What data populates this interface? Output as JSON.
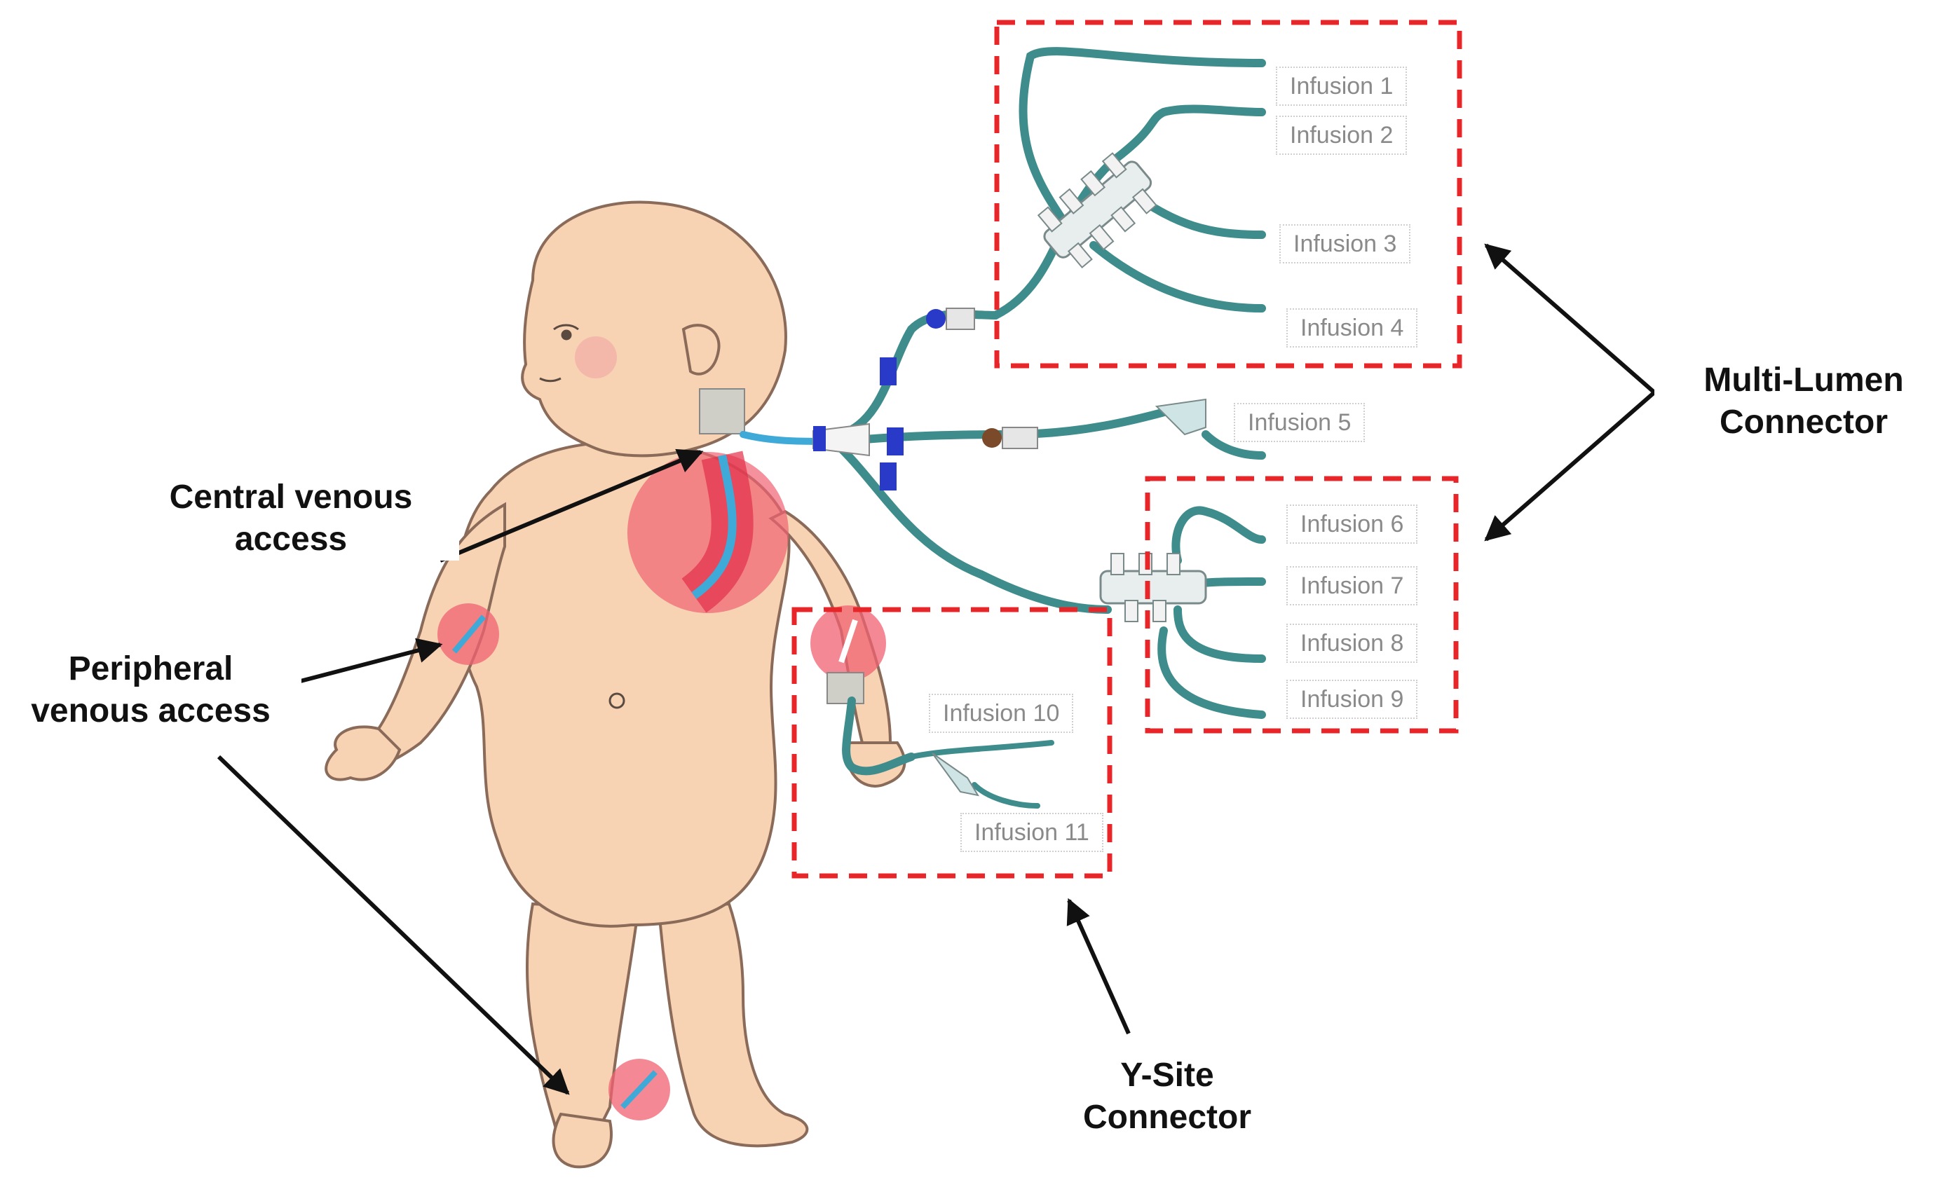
{
  "labels": {
    "central": [
      "Central venous",
      "access"
    ],
    "peripheral": [
      "Peripheral",
      "venous access"
    ],
    "multi_lumen": [
      "Multi-Lumen",
      "Connector"
    ],
    "y_site": [
      "Y-Site",
      "Connector"
    ]
  },
  "infusions": {
    "i1": "Infusion 1",
    "i2": "Infusion 2",
    "i3": "Infusion 3",
    "i4": "Infusion 4",
    "i5": "Infusion 5",
    "i6": "Infusion 6",
    "i7": "Infusion 7",
    "i8": "Infusion 8",
    "i9": "Infusion 9",
    "i10": "Infusion 10",
    "i11": "Infusion 11"
  },
  "colors": {
    "skin": "#f7d2b3",
    "skin_outline": "#8a6a58",
    "tubing": "#3f8c8c",
    "dashed_box": "#e8262a",
    "access_site": "#f06272",
    "catheter": "#3fa9d8",
    "clamp": "#2a3ac8"
  }
}
